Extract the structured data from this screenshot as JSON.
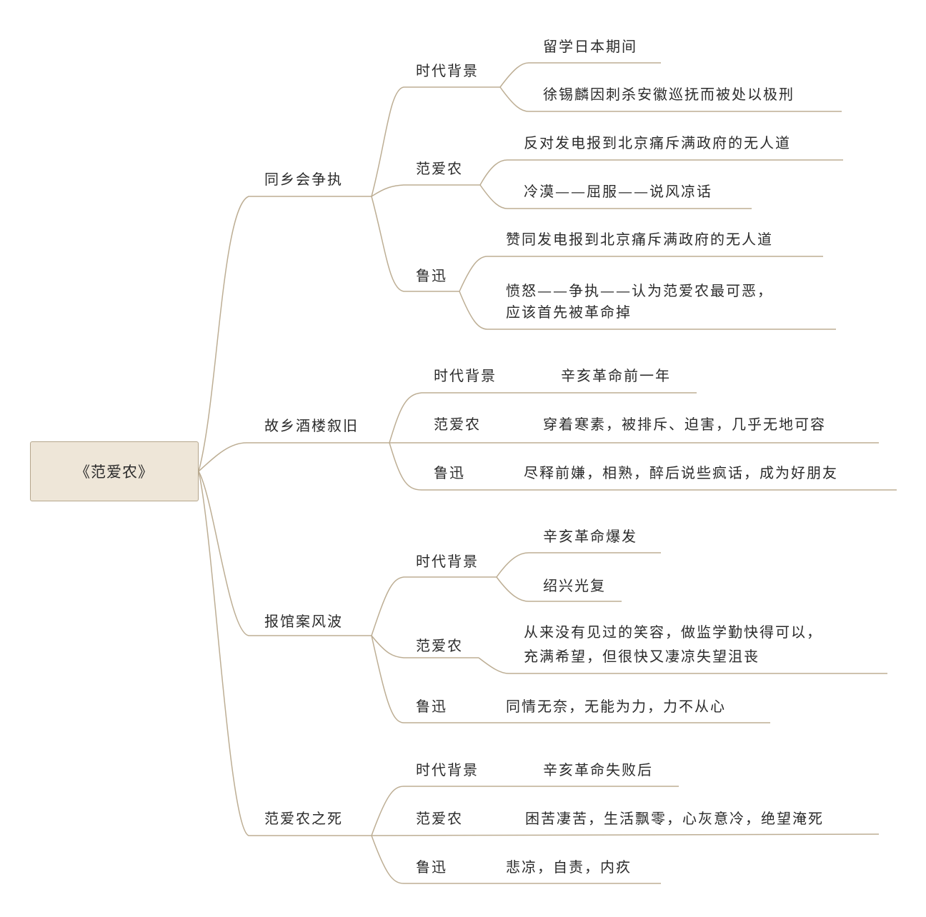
{
  "root": {
    "label": "《范爱农》"
  },
  "branches": [
    {
      "label": "同乡会争执",
      "children": [
        {
          "label": "时代背景",
          "items": [
            "留学日本期间",
            "徐锡麟因刺杀安徽巡抚而被处以极刑"
          ]
        },
        {
          "label": "范爱农",
          "items": [
            "反对发电报到北京痛斥满政府的无人道",
            "冷漠——屈服——说风凉话"
          ]
        },
        {
          "label": "鲁迅",
          "items": [
            "赞同发电报到北京痛斥满政府的无人道",
            "愤怒——争执——认为范爱农最可恶，",
            "应该首先被革命掉"
          ]
        }
      ]
    },
    {
      "label": "故乡酒楼叙旧",
      "children": [
        {
          "label": "时代背景",
          "items": [
            "辛亥革命前一年"
          ]
        },
        {
          "label": "范爱农",
          "items": [
            "穿着寒素，被排斥、迫害，几乎无地可容"
          ]
        },
        {
          "label": "鲁迅",
          "items": [
            "尽释前嫌，相熟，醉后说些疯话，成为好朋友"
          ]
        }
      ]
    },
    {
      "label": "报馆案风波",
      "children": [
        {
          "label": "时代背景",
          "items": [
            "辛亥革命爆发",
            "绍兴光复"
          ]
        },
        {
          "label": "范爱农",
          "items": [
            "从来没有见过的笑容，做监学勤快得可以，",
            "充满希望，但很快又凄凉失望沮丧"
          ]
        },
        {
          "label": "鲁迅",
          "items": [
            "同情无奈，无能为力，力不从心"
          ]
        }
      ]
    },
    {
      "label": "范爱农之死",
      "children": [
        {
          "label": "时代背景",
          "items": [
            "辛亥革命失败后"
          ]
        },
        {
          "label": "范爱农",
          "items": [
            "困苦凄苦，生活飘零，心灰意冷，绝望淹死"
          ]
        },
        {
          "label": "鲁迅",
          "items": [
            "悲凉，自责，内疚"
          ]
        }
      ]
    }
  ]
}
